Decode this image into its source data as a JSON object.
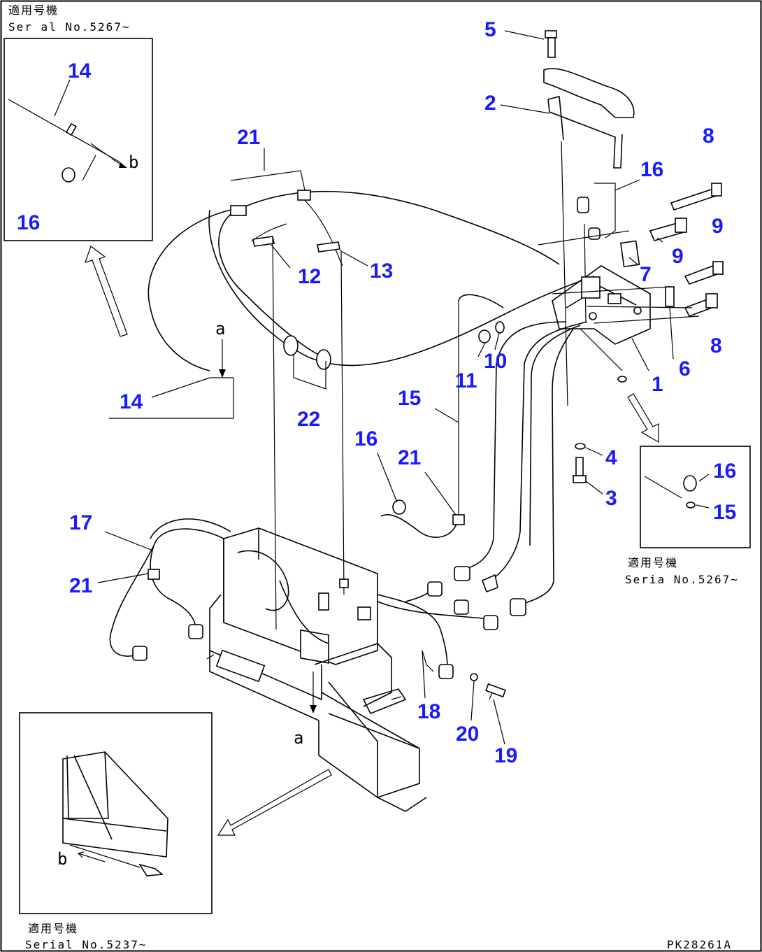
{
  "drawing": {
    "code": "PK28261A"
  },
  "notes": {
    "top_left_a": "適用号機",
    "top_left_b": "Ser al No.5267~",
    "right_a": "適用号機",
    "right_b": "Seria No.5267~",
    "bottom_left_a": "適用号機",
    "bottom_left_b": "Serial No.5237~"
  },
  "view_letters": {
    "a_top": "a",
    "a_bottom": "a",
    "b_inset_top": "b",
    "b_inset_bottom": "b"
  },
  "callouts": {
    "c1": "1",
    "c2": "2",
    "c3": "3",
    "c4": "4",
    "c5": "5",
    "c6": "6",
    "c7": "7",
    "c8a": "8",
    "c8b": "8",
    "c9a": "9",
    "c9b": "9",
    "c10": "10",
    "c11": "11",
    "c12": "12",
    "c13": "13",
    "c14a": "14",
    "c14b": "14",
    "c15a": "15",
    "c15b": "15",
    "c16a": "16",
    "c16b": "16",
    "c16c": "16",
    "c16d": "16",
    "c17": "17",
    "c18": "18",
    "c19": "19",
    "c20": "20",
    "c21a": "21",
    "c21b": "21",
    "c21c": "21",
    "c22": "22"
  },
  "colors": {
    "callout": "#1a1aff",
    "line": "#000000",
    "background": "#ffffff"
  }
}
